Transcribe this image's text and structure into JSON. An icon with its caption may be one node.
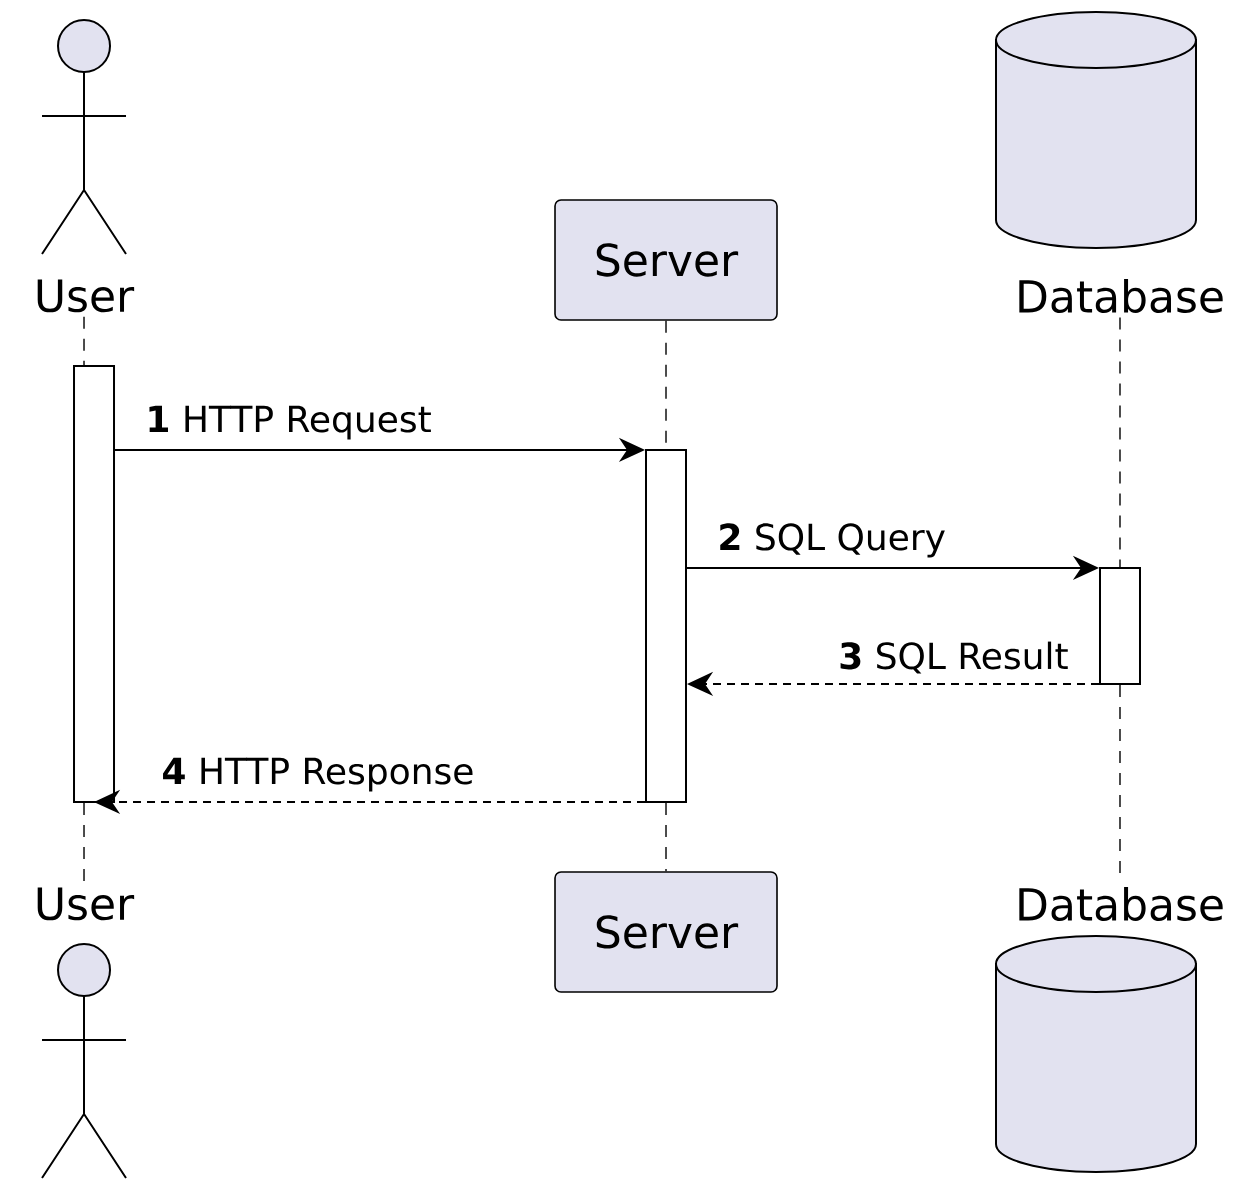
{
  "diagram": {
    "nodes": [
      {
        "text": [
          "User"
        ]
      },
      {
        "text": [
          "Server"
        ]
      },
      {
        "text": [
          "Database"
        ]
      },
      {
        "text": [],
        "shape": "bar"
      },
      {
        "text": [],
        "shape": "bar"
      },
      {
        "text": [],
        "shape": "bar"
      },
      {
        "text": [
          "User"
        ]
      },
      {
        "text": [
          "Server"
        ]
      },
      {
        "text": [
          "Database"
        ]
      }
    ],
    "edges": [
      {
        "from": 0,
        "to": 3,
        "arrow": "none",
        "style": "dashed"
      },
      {
        "from": 3,
        "to": 6,
        "arrow": "none",
        "style": "dashed"
      },
      {
        "from": 1,
        "to": 4,
        "arrow": "none",
        "style": "dashed"
      },
      {
        "from": 4,
        "to": 7,
        "arrow": "none",
        "style": "dashed"
      },
      {
        "from": 2,
        "to": 5,
        "arrow": "none",
        "style": "dashed"
      },
      {
        "from": 5,
        "to": 8,
        "arrow": "none",
        "style": "dashed"
      },
      {
        "from": 3,
        "to": 4,
        "arrow": "to",
        "label": "**1** HTTP Request"
      },
      {
        "from": 4,
        "to": 5,
        "arrow": "to",
        "label": "**2** SQL Query"
      },
      {
        "from": 5,
        "to": 4,
        "arrow": "to",
        "label": "**3** SQL Result",
        "style": "dashed"
      },
      {
        "from": 4,
        "to": 3,
        "arrow": "to",
        "label": "**4** HTTP Response",
        "style": "dashed"
      }
    ]
  }
}
